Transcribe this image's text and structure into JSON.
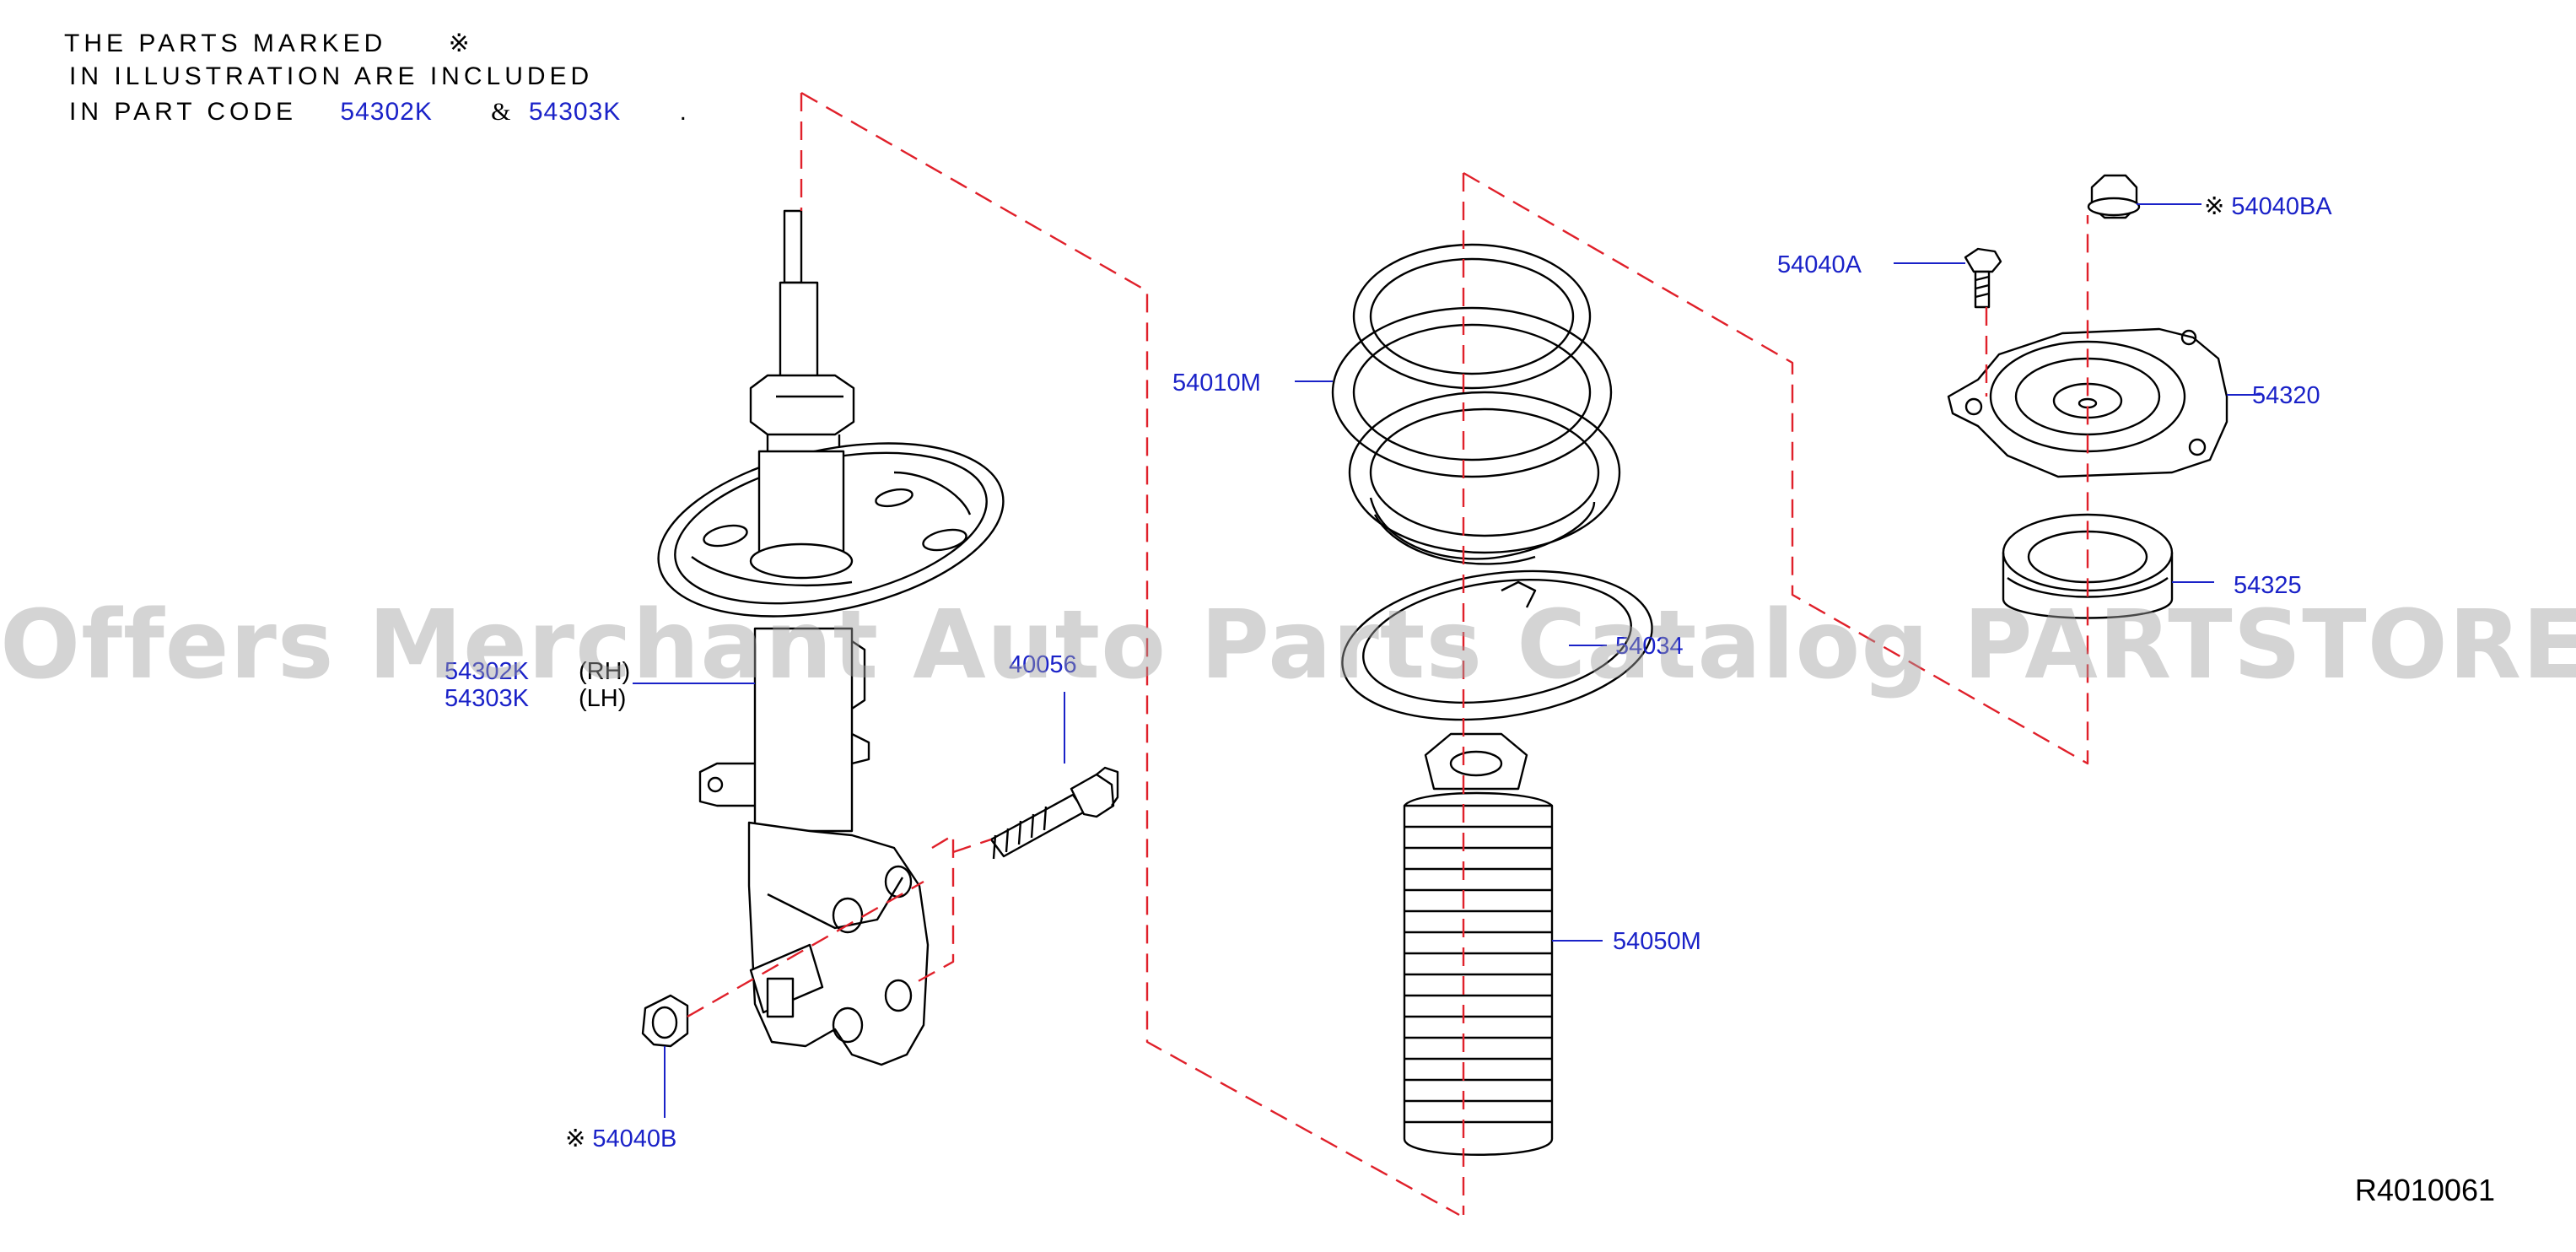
{
  "note": {
    "line1": "THE PARTS MARKED",
    "mark": "※",
    "line2": "IN ILLUSTRATION ARE INCLUDED",
    "line3_prefix": "IN PART CODE",
    "code_rh": "54302K",
    "amp": "&",
    "code_lh": "54303K",
    "period": "."
  },
  "labels": {
    "strut_rh_code": "54302K",
    "strut_rh_side": "(RH)",
    "strut_lh_code": "54303K",
    "strut_lh_side": "(LH)",
    "bolt": "40056",
    "nut_lower_mark": "※",
    "nut_lower": "54040B",
    "spring": "54010M",
    "seat": "54034",
    "bound_bumper": "54050M",
    "bolt_top": "54040A",
    "nut_top_mark": "※",
    "nut_top": "54040BA",
    "mount": "54320",
    "bearing": "54325"
  },
  "reference": "R4010061",
  "watermark": "Offers Merchant Auto Parts Catalog PARTSTORE.SA",
  "colors": {
    "label": "#1a22c8",
    "dash": "#e0202a",
    "line": "#000000"
  }
}
